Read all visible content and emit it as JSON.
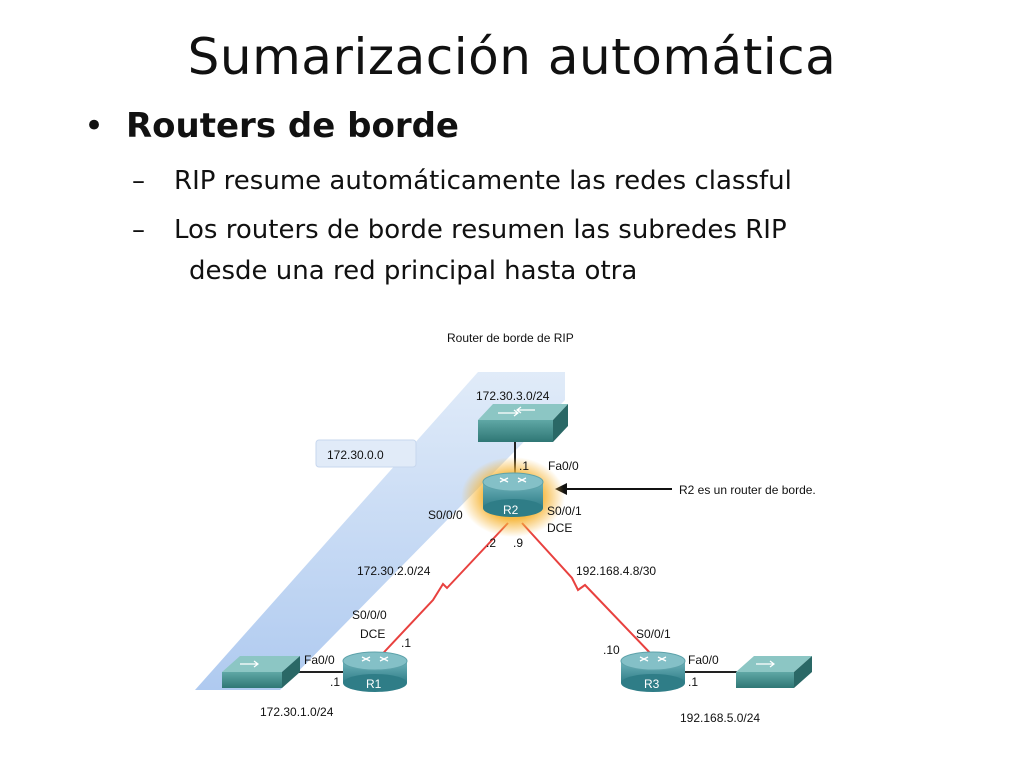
{
  "slide": {
    "title": "Sumarización automática",
    "bullet": "Routers de borde",
    "subpoints": [
      "RIP resume automáticamente las redes classful",
      "Los routers de borde resumen las subredes RIP",
      "desde una red principal hasta otra"
    ]
  },
  "diagram": {
    "caption": "Router de borde de RIP",
    "network_box": "172.30.0.0",
    "annotation": "R2 es un router de borde.",
    "routers": {
      "r1": "R1",
      "r2": "R2",
      "r3": "R3"
    },
    "networks": {
      "top_lan": "172.30.3.0/24",
      "left_lan": "172.30.1.0/24",
      "right_lan": "192.168.5.0/24",
      "link_r1_r2": "172.30.2.0/24",
      "link_r2_r3": "192.168.4.8/30"
    },
    "r2_labels": {
      "fa": "Fa0/0",
      "fa_ip": ".1",
      "s000": "S0/0/0",
      "s001": "S0/0/1",
      "dce": "DCE",
      "ip_left": ".2",
      "ip_right": ".9"
    },
    "r1_labels": {
      "s000": "S0/0/0",
      "dce": "DCE",
      "ip_s": ".1",
      "fa": "Fa0/0",
      "fa_ip": ".1"
    },
    "r3_labels": {
      "s001": "S0/0/1",
      "ip_s": ".10",
      "fa": "Fa0/0",
      "fa_ip": ".1"
    },
    "colors": {
      "router": "#3f8f99",
      "switch": "#3e8a88",
      "serial": "#e8413f",
      "glow": "#f6b73c",
      "region": "#bcd4f2"
    }
  }
}
